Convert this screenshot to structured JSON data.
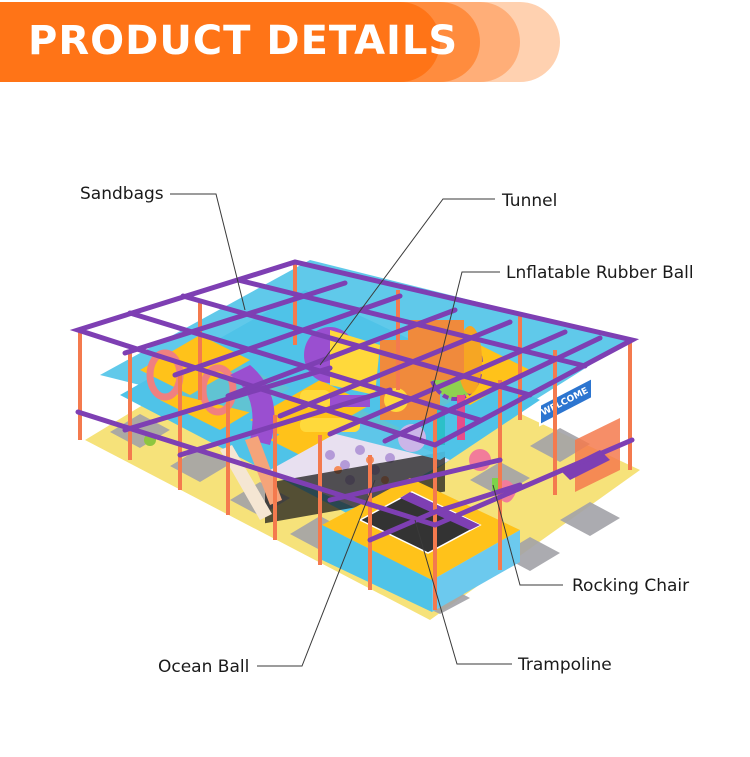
{
  "banner": {
    "title": "PRODUCT DETAILS",
    "colors": {
      "primary": "#FF7417",
      "tab2": "#FF8C3E",
      "tab3": "#FFAE78",
      "tab4": "#FFD1B0"
    }
  },
  "diagram": {
    "subject": "indoor soft play playground structure",
    "sign_text": "WELCOME",
    "colors": {
      "frame_purple": "#7E3FB3",
      "post_orange": "#F47A4E",
      "floor_yellow": "#F6E27A",
      "floor_gray": "#9A9AA0",
      "platform_blue": "#4FC3E8",
      "platform_yellow": "#FFC21A",
      "trampoline_black": "#333333"
    },
    "callouts": [
      {
        "id": "sandbags",
        "label": "Sandbags"
      },
      {
        "id": "tunnel",
        "label": "Tunnel"
      },
      {
        "id": "inflatable-rubber-ball",
        "label": "Lnflatable Rubber Ball"
      },
      {
        "id": "rocking-chair",
        "label": "Rocking Chair"
      },
      {
        "id": "trampoline",
        "label": "Trampoline"
      },
      {
        "id": "ocean-ball",
        "label": "Ocean Ball"
      }
    ]
  }
}
